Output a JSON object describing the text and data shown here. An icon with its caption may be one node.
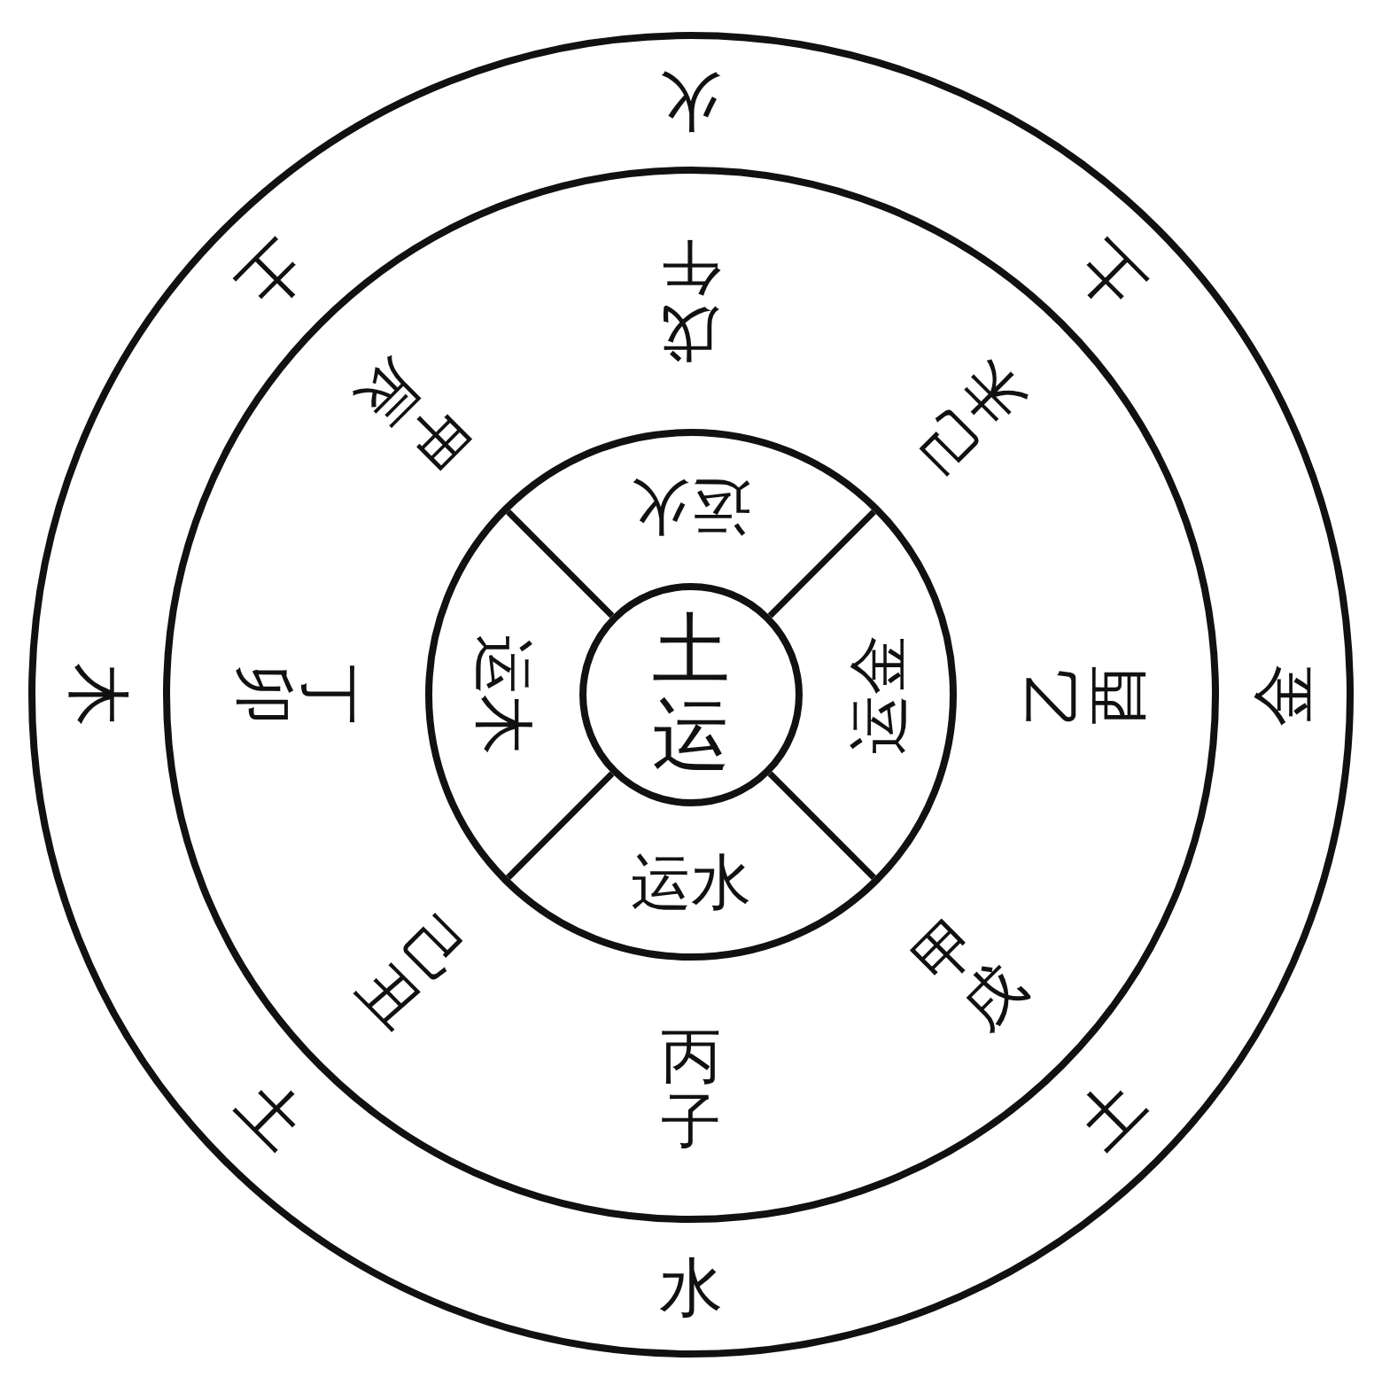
{
  "diagram": {
    "nodes": [
      {
        "text": [],
        "shape": "circle"
      },
      {
        "text": [
          "戊午",
          "己未",
          "乙酉",
          "甲戌",
          "丙子",
          "己丑",
          "丁卯",
          "甲辰"
        ],
        "in": 0
      },
      {
        "text": [
          "运火",
          "运金",
          "运水",
          "运木"
        ],
        "in": 1
      },
      {
        "text": [
          "土运"
        ],
        "in": 2
      }
    ],
    "labels": [
      "火",
      "土",
      "金",
      "土",
      "水",
      "土",
      "木",
      "土"
    ]
  }
}
